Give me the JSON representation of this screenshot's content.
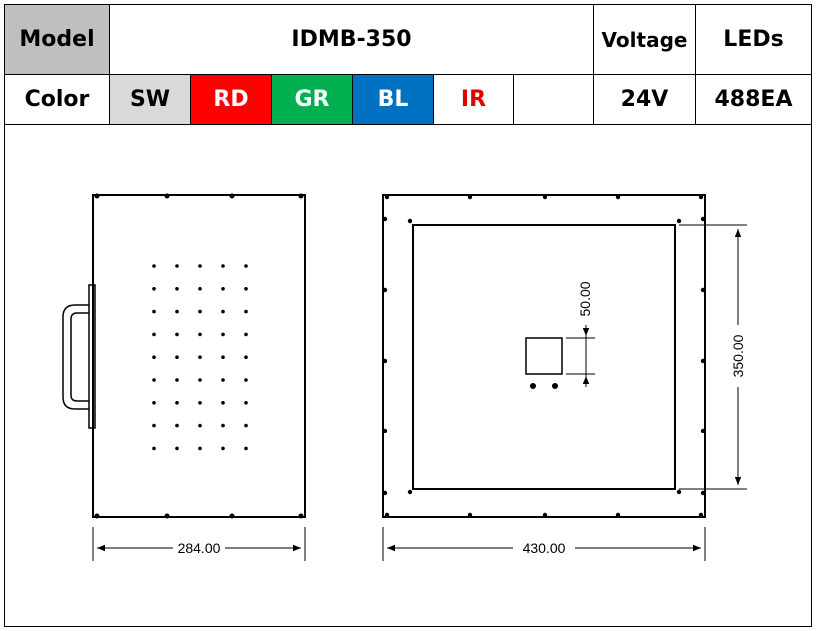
{
  "header": {
    "model_label": "Model",
    "model_value": "IDMB-350",
    "voltage_label": "Voltage",
    "leds_label": "LEDs",
    "color_label": "Color",
    "colors": [
      {
        "name": "SW",
        "bg": "#d9d9d9",
        "fg": "#000000"
      },
      {
        "name": "RD",
        "bg": "#ff0000",
        "fg": "#ffffff"
      },
      {
        "name": "GR",
        "bg": "#00b050",
        "fg": "#ffffff"
      },
      {
        "name": "BL",
        "bg": "#0070c0",
        "fg": "#ffffff"
      },
      {
        "name": "IR",
        "bg": "#ffffff",
        "fg": "#e00000"
      },
      {
        "name": "",
        "bg": "#ffffff",
        "fg": "#000000"
      }
    ],
    "voltage_value": "24V",
    "leds_value": "488EA",
    "label_bg": "#bfbfbf"
  },
  "drawing": {
    "side_view_width": "284.00",
    "front_view_width": "430.00",
    "front_view_height": "350.00",
    "window_size": "50.00"
  }
}
